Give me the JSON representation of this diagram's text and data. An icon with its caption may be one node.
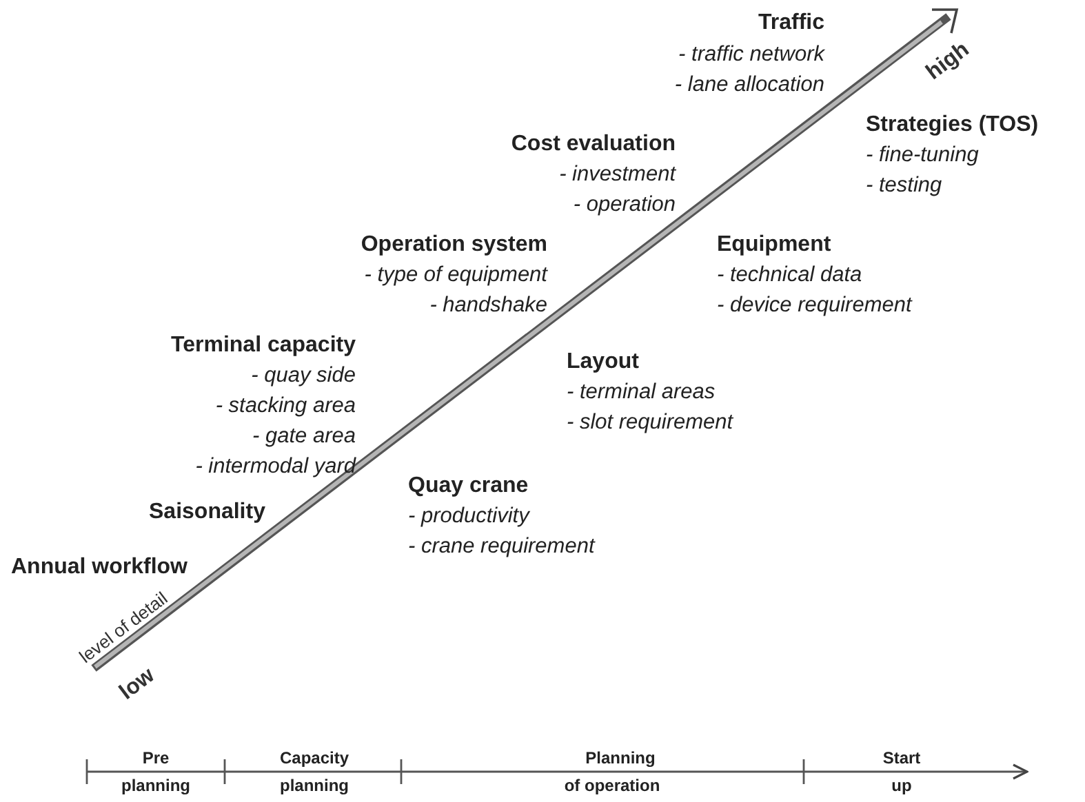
{
  "diagram": {
    "labels": [
      "Traffic",
      "- traffic network",
      "- lane allocation",
      "high",
      "Strategies (TOS)",
      "- fine-tuning",
      "- testing",
      "Cost evaluation",
      "- investment",
      "- operation",
      "Operation system",
      "- type of equipment",
      "- handshake",
      "Equipment",
      "- technical data",
      "- device requirement",
      "Terminal capacity",
      "- quay side",
      "- stacking area",
      "- gate area",
      "- intermodal yard",
      "Layout",
      "- terminal areas",
      "- slot requirement",
      "Quay crane",
      "- productivity",
      "- crane requirement",
      "Saisonality",
      "Annual workflow",
      "level of detail",
      "low",
      "Pre planning",
      "Capacity planning",
      "Planning of operation",
      "Start up"
    ]
  }
}
